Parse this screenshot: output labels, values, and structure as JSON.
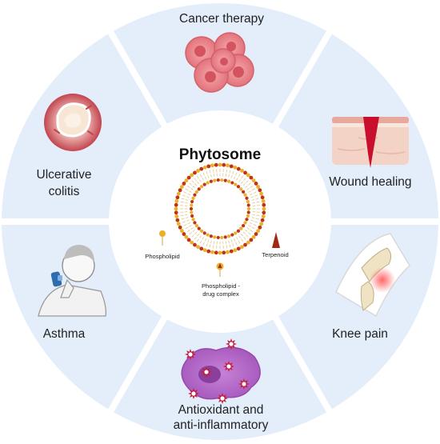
{
  "center": {
    "title": "Phytosome",
    "legend": {
      "phospholipid": "Phospholipid",
      "terpenoid": "Terpenoid",
      "complex_line1": "Phospholipid -",
      "complex_line2": "drug complex"
    }
  },
  "segments": {
    "cancer": {
      "label": "Cancer therapy"
    },
    "wound": {
      "label": "Wound healing"
    },
    "knee": {
      "label": "Knee pain"
    },
    "antioxidant": {
      "label_line1": "Antioxidant and",
      "label_line2": "anti-inflammatory"
    },
    "asthma": {
      "label": "Asthma"
    },
    "colitis": {
      "label_line1": "Ulcerative",
      "label_line2": "colitis"
    }
  },
  "colors": {
    "segment_fill": "#e3eefa",
    "head_gold": "#eab125",
    "head_red": "#c0321c",
    "terpenoid": "#9e2a14"
  }
}
